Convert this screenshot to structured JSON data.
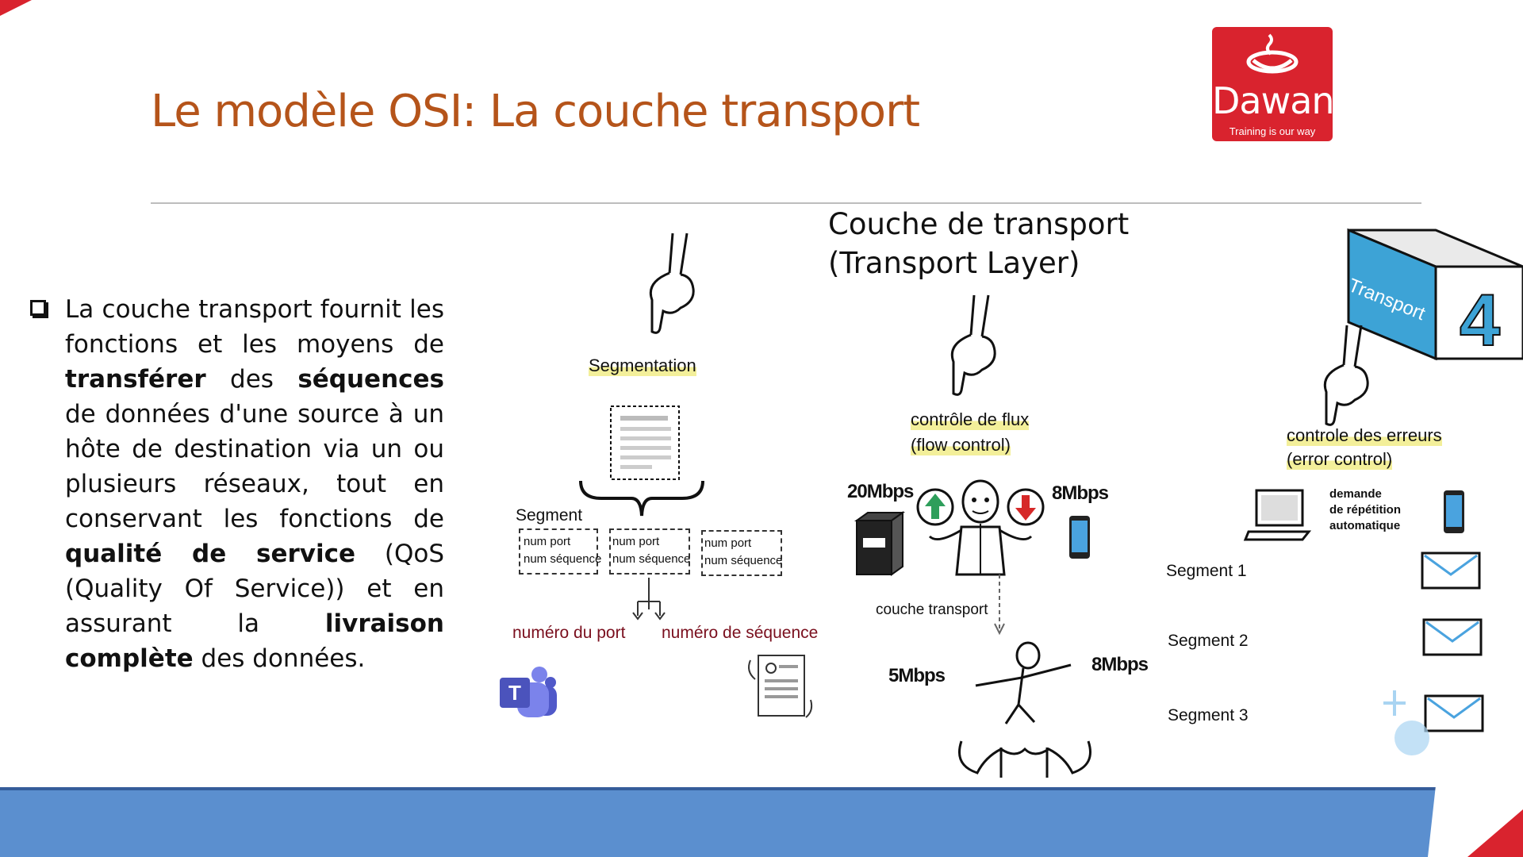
{
  "slide": {
    "title": "Le modèle OSI: La couche transport",
    "logo": {
      "word": "Dawan",
      "tagline": "Training is our way",
      "color": "#d9232e"
    },
    "body": {
      "p1": "La couche transport fournit les fonctions et les moyens de ",
      "b1": "transférer",
      "p2": " des ",
      "b2": "séquences",
      "p3": " de données d'une source à un hôte de destination via un ou plusieurs réseaux, tout en conservant les fonctions de ",
      "b3": "qualité de service",
      "p4": " (QoS (Quality Of Service)) et en assurant la ",
      "b4": "livraison complète",
      "p5": " des données."
    },
    "diagram": {
      "title_line1": "Couche de transport",
      "title_line2": "(Transport Layer)",
      "box_label": "Transport",
      "box_number": "4",
      "segmentation": "Segmentation",
      "segment": "Segment",
      "num_port": "num port",
      "num_sequence": "num séquence",
      "numero_port": "numéro du port",
      "numero_sequence": "numéro de séquence",
      "flow_control_1": "contrôle de flux",
      "flow_control_2": "(flow control)",
      "speed_20": "20Mbps",
      "speed_8a": "8Mbps",
      "couche_transport": "couche transport",
      "speed_5": "5Mbps",
      "speed_8b": "8Mbps",
      "error_control_1": "controle des erreurs",
      "error_control_2": "(error control)",
      "arq_1": "demande",
      "arq_2": "de répétition",
      "arq_3": "automatique",
      "segment_1": "Segment 1",
      "segment_2": "Segment 2",
      "segment_3": "Segment 3"
    },
    "colors": {
      "title": "#b5541a",
      "footer": "#5b8fcf",
      "accent_red": "#d9232e",
      "box_blue": "#3da3d6"
    }
  }
}
